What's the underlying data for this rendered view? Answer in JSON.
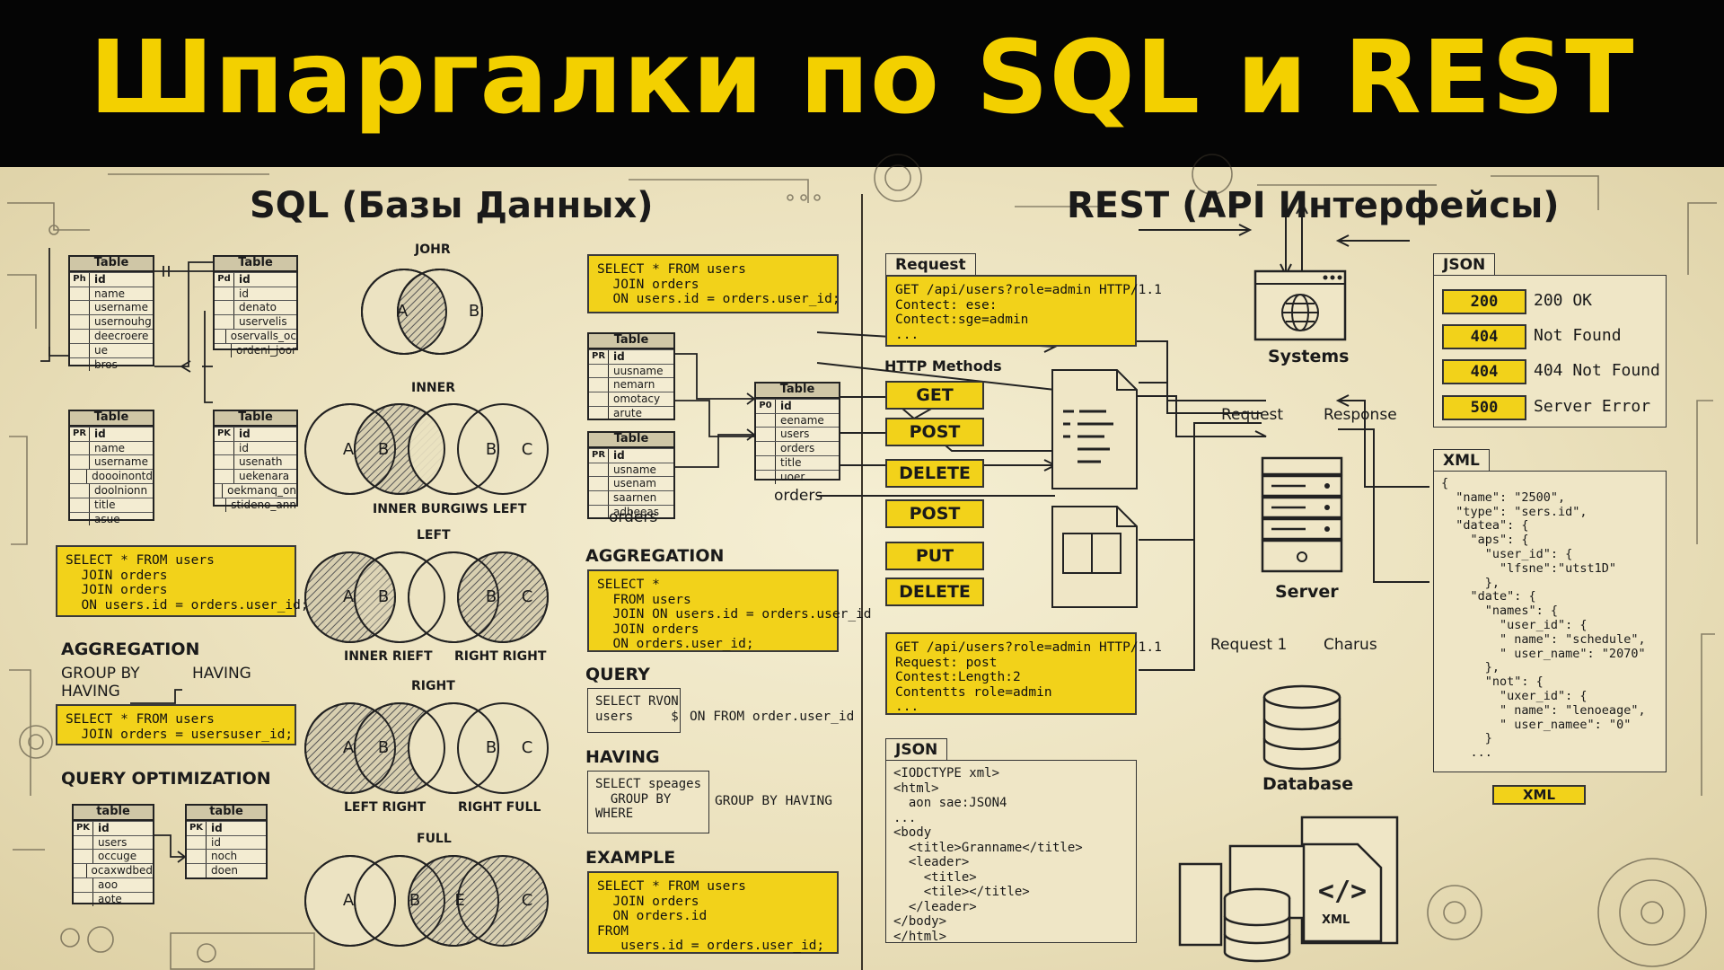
{
  "banner": {
    "title": "Шпаргалки по SQL и REST"
  },
  "sql": {
    "heading": "SQL (Базы Данных)",
    "tables_top_left": [
      {
        "title": "Table",
        "rows": [
          [
            "Ph",
            "id"
          ],
          [
            "",
            "name"
          ],
          [
            "",
            "username"
          ],
          [
            "",
            "usernouhg"
          ],
          [
            "",
            "deecroere"
          ],
          [
            "",
            "ue"
          ],
          [
            "",
            "bros"
          ]
        ]
      },
      {
        "title": "Table",
        "rows": [
          [
            "Pd",
            "id"
          ],
          [
            "",
            "id"
          ],
          [
            "",
            "denato"
          ],
          [
            "",
            "uservelis"
          ],
          [
            "",
            "oservalls_oc"
          ],
          [
            "",
            "ordenl_joor"
          ]
        ]
      },
      {
        "title": "Table",
        "rows": [
          [
            "PR",
            "id"
          ],
          [
            "",
            "name"
          ],
          [
            "",
            "username"
          ],
          [
            "",
            "doooinontd"
          ],
          [
            "",
            "doolnionn"
          ],
          [
            "",
            "title"
          ],
          [
            "",
            "asue"
          ]
        ]
      },
      {
        "title": "Table",
        "rows": [
          [
            "PK",
            "id"
          ],
          [
            "",
            "id"
          ],
          [
            "",
            "usenath"
          ],
          [
            "",
            "uekenara"
          ],
          [
            "",
            "oekmanq_on"
          ],
          [
            "",
            "stideno_ann"
          ]
        ]
      }
    ],
    "join_code": "SELECT * FROM users\n  JOIN orders\n  JOIN orders\n  ON users.id = orders.user_id;",
    "aggregation": {
      "heading": "AGGREGATION",
      "group_by": "GROUP BY",
      "having": "HAVING",
      "having2": "HAVING",
      "code": "SELECT * FROM users\n  JOIN orders = usersuser_id;"
    },
    "query_optimization": {
      "heading": "QUERY OPTIMIZATION",
      "tables": [
        {
          "title": "table",
          "rows": [
            [
              "PK",
              "id"
            ],
            [
              "",
              "users"
            ],
            [
              "",
              "occuge"
            ],
            [
              "",
              "ocaxwdbed"
            ],
            [
              "",
              "aoo"
            ],
            [
              "",
              "aote"
            ]
          ]
        },
        {
          "title": "table",
          "rows": [
            [
              "PK",
              "id"
            ],
            [
              "",
              "id"
            ],
            [
              "",
              "noch"
            ],
            [
              "",
              "doen"
            ]
          ]
        }
      ]
    },
    "venn": {
      "join": {
        "title": "JOHR",
        "a": "A",
        "b": "B"
      },
      "inner": {
        "title": "INNER",
        "caption": "INNER BURGIWS LEFT",
        "labels": [
          "A",
          "B",
          "B",
          "C"
        ]
      },
      "left": {
        "title": "LEFT",
        "cap1": "INNER RIEFT",
        "cap2": "RIGHT RIGHT",
        "labels": [
          "A",
          "B",
          "B",
          "C"
        ]
      },
      "right": {
        "title": "RIGHT",
        "cap1": "LEFT RIGHT",
        "cap2": "RIGHT FULL",
        "labels": [
          "A",
          "B",
          "B",
          "C"
        ]
      },
      "full": {
        "title": "FULL",
        "labels": [
          "A",
          "B",
          "E",
          "C"
        ]
      }
    },
    "right_col": {
      "join_code": "SELECT * FROM users\n  JOIN orders\n  ON users.id = orders.user_id;",
      "t1": {
        "title": "Table",
        "rows": [
          [
            "PR",
            "id"
          ],
          [
            "",
            "uusname"
          ],
          [
            "",
            "nemarn"
          ],
          [
            "",
            "omotacy"
          ],
          [
            "",
            "arute"
          ]
        ]
      },
      "t2": {
        "title": "Table",
        "rows": [
          [
            "PR",
            "id"
          ],
          [
            "",
            "usname"
          ],
          [
            "",
            "usenam"
          ],
          [
            "",
            "saarnen"
          ],
          [
            "",
            "adbeeas"
          ]
        ]
      },
      "t2_label": "orders",
      "t3": {
        "title": "Table",
        "rows": [
          [
            "P0",
            "id"
          ],
          [
            "",
            "eename"
          ],
          [
            "",
            "users"
          ],
          [
            "",
            "orders"
          ],
          [
            "",
            "title"
          ],
          [
            "",
            "uoer"
          ]
        ]
      },
      "t3_label": "orders",
      "aggregation": {
        "heading": "AGGREGATION",
        "code": "SELECT *\n  FROM users\n  JOIN ON users.id = orders.user_id\n  JOIN orders\n  ON orders.user_id;"
      },
      "query": {
        "heading": "QUERY",
        "code": "SELECT RVON\nusers     $",
        "side": "ON FROM order.user_id"
      },
      "having": {
        "heading": "HAVING",
        "code": "SELECT speages\n  GROUP BY\nWHERE",
        "side": "GROUP BY HAVING"
      },
      "example": {
        "heading": "EXAMPLE",
        "code": "SELECT * FROM users\n  JOIN orders\n  ON orders.id\nFROM\n   users.id = orders.user_id;"
      }
    }
  },
  "rest": {
    "heading": "REST (API Интерфейсы)",
    "request": {
      "tab": "Request",
      "code": "GET /api/users?role=admin HTTP/1.1\nContect: ese:\nContect:sge=admin\n..."
    },
    "http_methods": {
      "label": "HTTP Methods",
      "items": [
        "GET",
        "POST",
        "DELETE",
        "POST",
        "PUT",
        "DELETE"
      ]
    },
    "request2": {
      "code": "GET /api/users?role=admin HTTP/1.1\nRequest: post\nContest:Length:2\nContentts role=admin\n..."
    },
    "json_doc": {
      "tab": "JSON",
      "code": "<IODCTYPE xml>\n<html>\n  aon sae:JSON4\n...\n<body\n  <title>Granname</title>\n  <leader>\n    <title>\n    <tile></title>\n  </leader>\n</body>\n</html>"
    },
    "systems": "Systems",
    "server": "Server",
    "database": "Database",
    "req_label": "Request",
    "resp_label": "Response",
    "req1_label": "Request 1",
    "charus_label": "Charus",
    "json_status": {
      "tab": "JSON",
      "items": [
        {
          "code": "200",
          "text": "200 OK"
        },
        {
          "code": "404",
          "text": "Not Found"
        },
        {
          "code": "404",
          "text": "404 Not Found"
        },
        {
          "code": "500",
          "text": "Server Error"
        }
      ]
    },
    "xml": {
      "tab": "XML",
      "code": "{\n  \"name\": \"2500\",\n  \"type\": \"sers.id\",\n  \"datea\": {\n    \"aps\": {\n      \"user_id\": {\n        \"lfsne\":\"utst1D\"\n      },\n    \"date\": {\n      \"names\": {\n        \"user_id\": {\n        \" name\": \"schedule\",\n        \" user_name\": \"2070\"\n      },\n      \"not\": {\n        \"uxer_id\": {\n        \" name\": \"lenoeage\",\n        \" user_namee\": \"0\"\n      }\n    ...",
      "badge": "XML"
    },
    "xml_doc_label": "XML"
  },
  "colors": {
    "banner_bg": "#050505",
    "banner_text": "#f3d000",
    "accent": "#f2d21a",
    "paper": "#ece3c2"
  }
}
